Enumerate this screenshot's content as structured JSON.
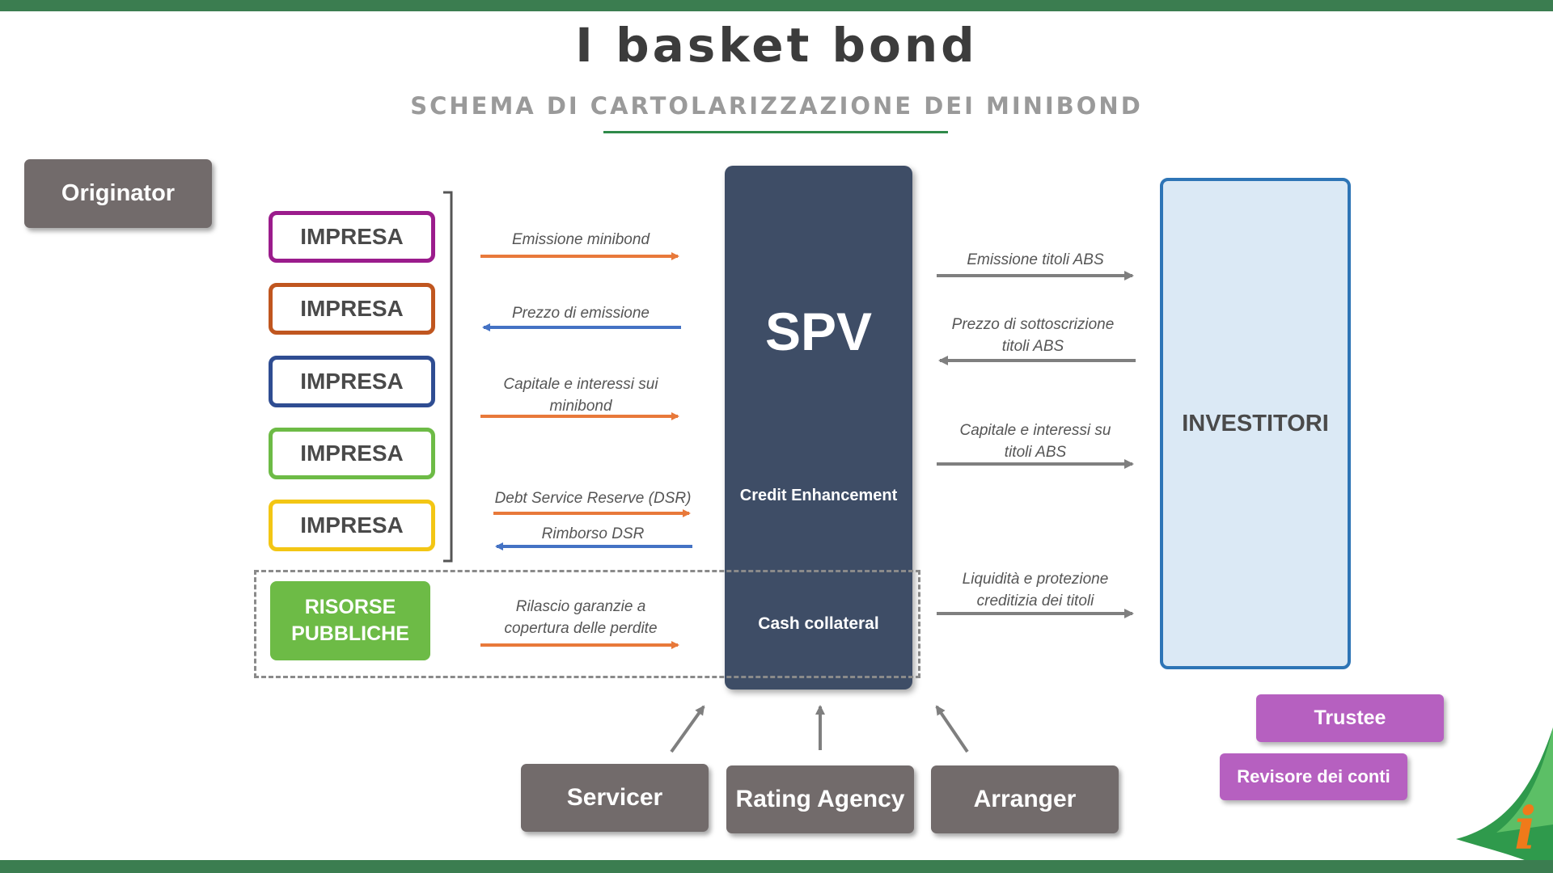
{
  "title": "I basket bond",
  "subtitle": "SCHEMA DI CARTOLARIZZAZIONE DEI MINIBOND",
  "originator": "Originator",
  "imprese": [
    {
      "label": "IMPRESA",
      "color": "#9b1c8c"
    },
    {
      "label": "IMPRESA",
      "color": "#c0561f"
    },
    {
      "label": "IMPRESA",
      "color": "#2f4d92"
    },
    {
      "label": "IMPRESA",
      "color": "#6dbb46"
    },
    {
      "label": "IMPRESA",
      "color": "#f3c614"
    }
  ],
  "risorse": "RISORSE PUBBLICHE",
  "spv": {
    "title": "SPV",
    "credit": "Credit Enhancement",
    "cash": "Cash collateral"
  },
  "investitori": "INVESTITORI",
  "left_flows": {
    "emissione": "Emissione minibond",
    "prezzo": "Prezzo di emissione",
    "capitale": "Capitale e interessi sui minibond",
    "dsr": "Debt Service Reserve (DSR)",
    "rimborso": "Rimborso DSR",
    "rilascio": "Rilascio garanzie a copertura delle perdite"
  },
  "right_flows": {
    "emissione_abs": "Emissione titoli ABS",
    "prezzo_abs": "Prezzo di sottoscrizione titoli ABS",
    "capitale_abs": "Capitale e interessi su titoli ABS",
    "liquidita": "Liquidità e protezione creditizia dei titoli"
  },
  "bottom": {
    "servicer": "Servicer",
    "rating": "Rating Agency",
    "arranger": "Arranger"
  },
  "trustee": "Trustee",
  "revisore": "Revisore dei conti",
  "logo_letter": "i",
  "colors": {
    "bar": "#3b7d50",
    "spv": "#3e4d66",
    "orange_arrow": "#e8793a",
    "blue_arrow": "#4472c4",
    "grey_arrow": "#7f7f7f",
    "pink": "#b660c0"
  }
}
